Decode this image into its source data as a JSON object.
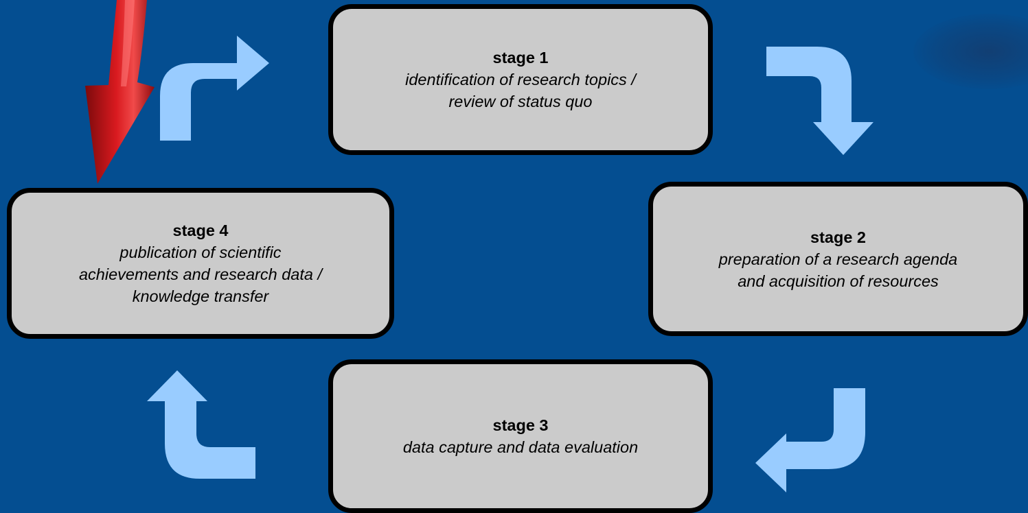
{
  "diagram": {
    "arrow_color": "#99ccff",
    "highlight_arrow_color": "#d0161a",
    "background_color": "#044e91",
    "stages": [
      {
        "title": "stage 1",
        "description": "identification of research topics /\nreview of status quo"
      },
      {
        "title": "stage 2",
        "description": "preparation of a research agenda\nand acquisition of resources"
      },
      {
        "title": "stage 3",
        "description": "data capture and data evaluation"
      },
      {
        "title": "stage 4",
        "description": "publication of scientific\nachievements and research data /\nknowledge transfer"
      }
    ]
  }
}
